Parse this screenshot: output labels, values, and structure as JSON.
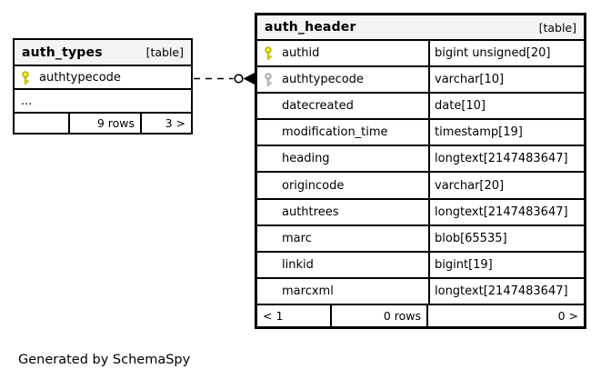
{
  "credit": "Generated by SchemaSpy",
  "colors": {
    "primary_key": "#e8e800",
    "primary_key_outline": "#a6a600",
    "foreign_key": "#d4d4d4",
    "foreign_key_outline": "#9a9a9a",
    "header_bg": "#f4f4f4",
    "border": "#000000",
    "background": "#ffffff"
  },
  "auth_types": {
    "name": "auth_types",
    "tag": "[table]",
    "columns": [
      {
        "name": "authtypecode",
        "key": "primary"
      }
    ],
    "ellipsis": "...",
    "footer": {
      "blank": "",
      "rows": "9 rows",
      "children": "3 >"
    }
  },
  "auth_header": {
    "name": "auth_header",
    "tag": "[table]",
    "columns": [
      {
        "name": "authid",
        "type": "bigint unsigned[20]",
        "key": "primary"
      },
      {
        "name": "authtypecode",
        "type": "varchar[10]",
        "key": "foreign"
      },
      {
        "name": "datecreated",
        "type": "date[10]",
        "key": null
      },
      {
        "name": "modification_time",
        "type": "timestamp[19]",
        "key": null
      },
      {
        "name": "heading",
        "type": "longtext[2147483647]",
        "key": null
      },
      {
        "name": "origincode",
        "type": "varchar[20]",
        "key": null
      },
      {
        "name": "authtrees",
        "type": "longtext[2147483647]",
        "key": null
      },
      {
        "name": "marc",
        "type": "blob[65535]",
        "key": null
      },
      {
        "name": "linkid",
        "type": "bigint[19]",
        "key": null
      },
      {
        "name": "marcxml",
        "type": "longtext[2147483647]",
        "key": null
      }
    ],
    "footer": {
      "parents": "< 1",
      "rows": "0 rows",
      "children": "0 >"
    }
  },
  "relationship": {
    "from": "auth_types.authtypecode",
    "to": "auth_header.authtypecode",
    "style": "dashed-implied"
  }
}
